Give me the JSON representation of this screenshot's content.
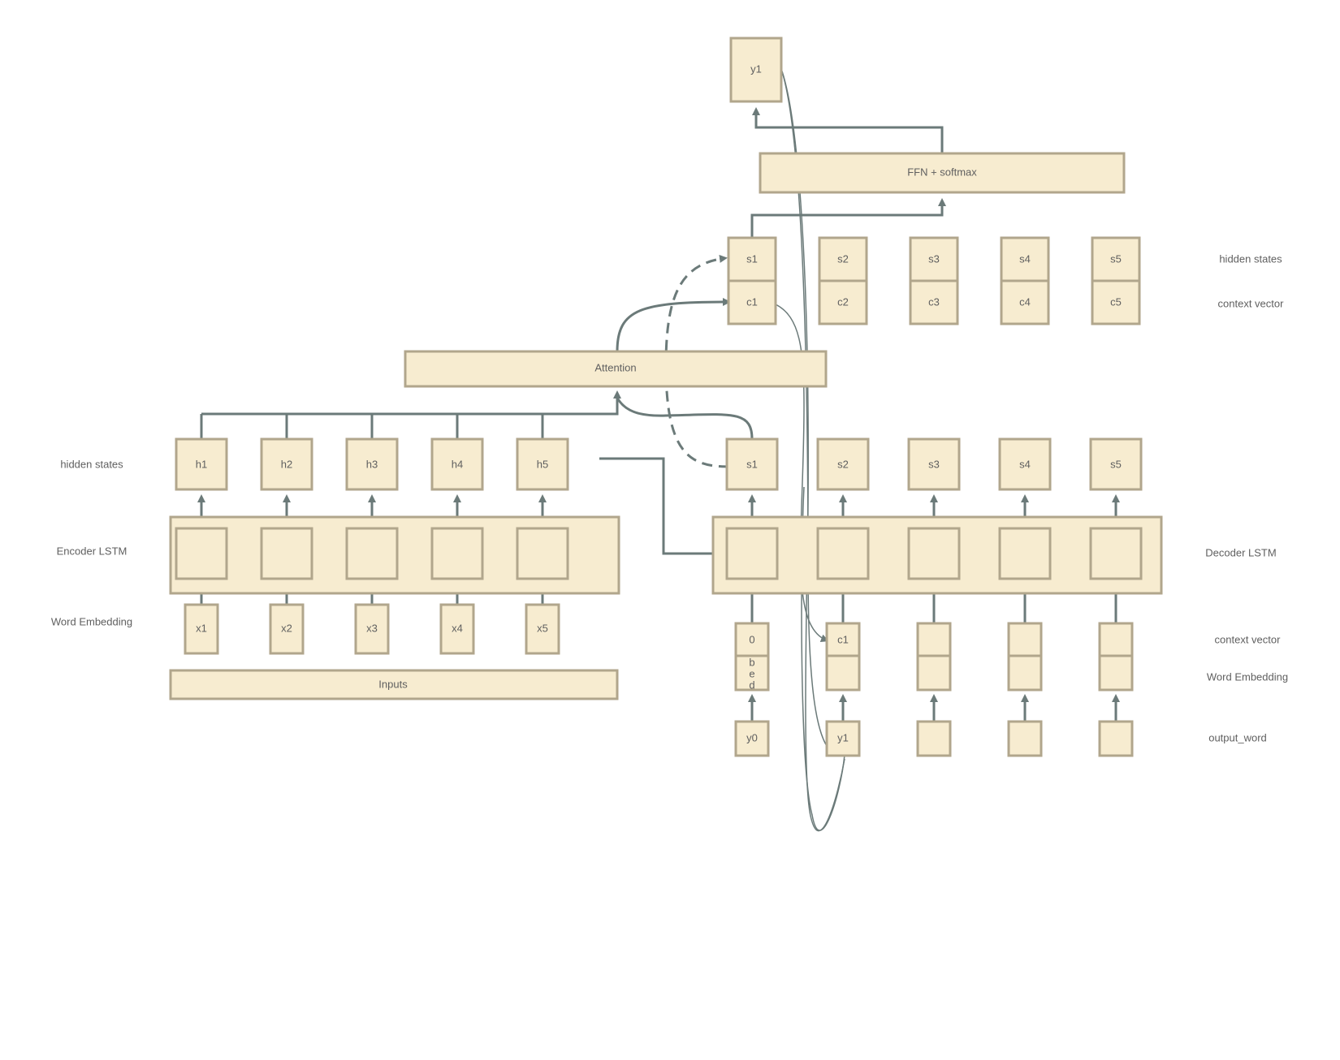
{
  "left_labels": {
    "hidden_states": "hidden states",
    "encoder_lstm": "Encoder LSTM",
    "word_embedding": "Word Embedding"
  },
  "right_labels": {
    "hidden_states": "hidden states",
    "context_vector_top": "context vector",
    "decoder_lstm": "Decoder LSTM",
    "context_vector_bottom": "context vector",
    "word_embedding": "Word Embedding",
    "output_word": "output_word"
  },
  "encoder": {
    "hidden": [
      "h1",
      "h2",
      "h3",
      "h4",
      "h5"
    ],
    "inputs": [
      "x1",
      "x2",
      "x3",
      "x4",
      "x5"
    ],
    "inputs_label": "Inputs"
  },
  "attention_label": "Attention",
  "ffn_label": "FFN + softmax",
  "output_top": "y1",
  "decoder_top": {
    "hidden": [
      "s1",
      "s2",
      "s3",
      "s4",
      "s5"
    ],
    "context": [
      "c1",
      "c2",
      "c3",
      "c4",
      "c5"
    ]
  },
  "decoder": {
    "hidden": [
      "s1",
      "s2",
      "s3",
      "s4",
      "s5"
    ],
    "context_inputs": [
      "0",
      "c1",
      "",
      "",
      ""
    ],
    "embedding_inputs": [
      "bed",
      "",
      "",
      "",
      ""
    ],
    "output_words": [
      "y0",
      "y1",
      "",
      "",
      ""
    ]
  },
  "colors": {
    "box_fill": "#f7ecd0",
    "box_stroke": "#b1a68c",
    "arrow": "#6b7a79",
    "text": "#5f5f5f"
  }
}
